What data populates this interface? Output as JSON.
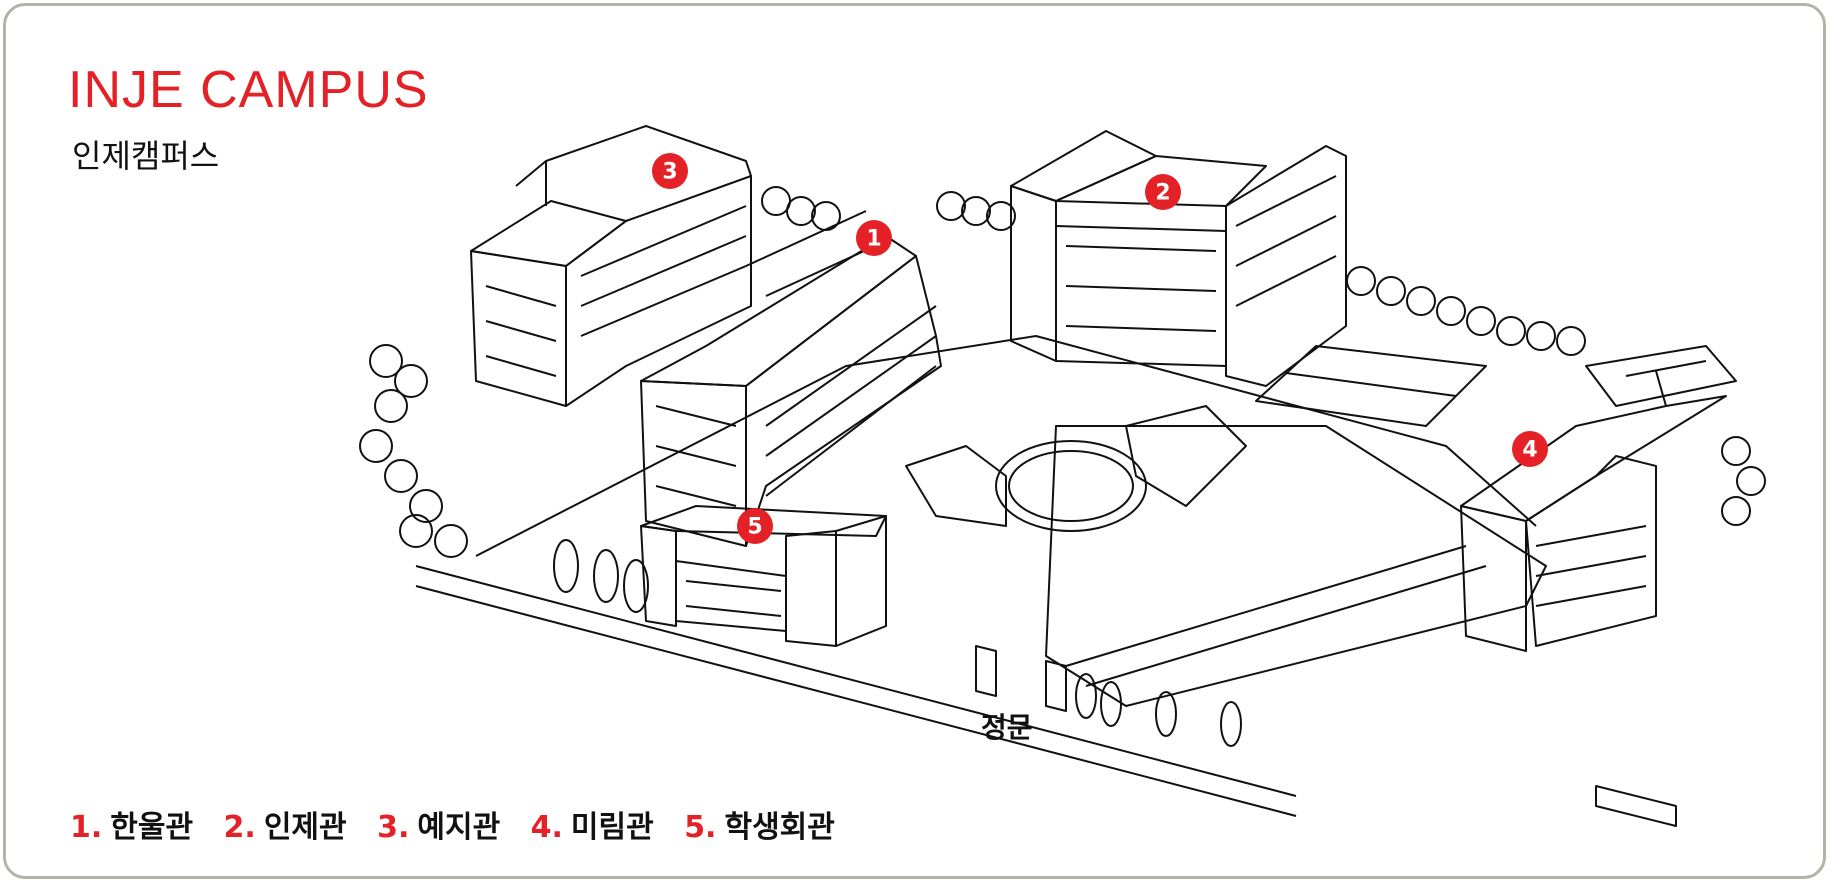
{
  "title": "INJE CAMPUS",
  "subtitle": "인제캠퍼스",
  "gate_label": "정문",
  "colors": {
    "accent": "#e32126",
    "border": "#b3b3a8",
    "ink": "#111111"
  },
  "markers": [
    {
      "number": "1",
      "building": "한울관"
    },
    {
      "number": "2",
      "building": "인제관"
    },
    {
      "number": "3",
      "building": "예지관"
    },
    {
      "number": "4",
      "building": "미림관"
    },
    {
      "number": "5",
      "building": "학생회관"
    }
  ],
  "legend": [
    {
      "number": "1.",
      "label": "한울관"
    },
    {
      "number": "2.",
      "label": "인제관"
    },
    {
      "number": "3.",
      "label": "예지관"
    },
    {
      "number": "4.",
      "label": "미림관"
    },
    {
      "number": "5.",
      "label": "학생회관"
    }
  ]
}
